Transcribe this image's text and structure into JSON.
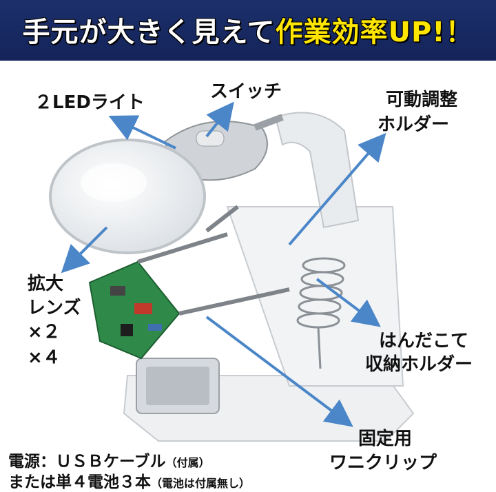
{
  "banner": {
    "part1": "手元が大きく見えて",
    "part2": "作業効率UP!！"
  },
  "labels": {
    "led": "２LEDライト",
    "switch": "スイッチ",
    "holder_1": "可動調整",
    "holder_2": "ホルダー",
    "lens_1": "拡大",
    "lens_2": "レンズ",
    "lens_3": "×２",
    "lens_4": "×４",
    "iron_1": "はんだこて",
    "iron_2": "収納ホルダー",
    "clip_1": "固定用",
    "clip_2": "ワニクリップ"
  },
  "footer": {
    "line1": "電源：ＵＳＢケーブル",
    "line1_note": "（付属）",
    "line2": "または単４電池３本",
    "line2_note": "（電池は付属無し）"
  },
  "colors": {
    "banner": "#1c2f6b",
    "highlight": "#ffe600",
    "arrow": "#4a86c8"
  }
}
